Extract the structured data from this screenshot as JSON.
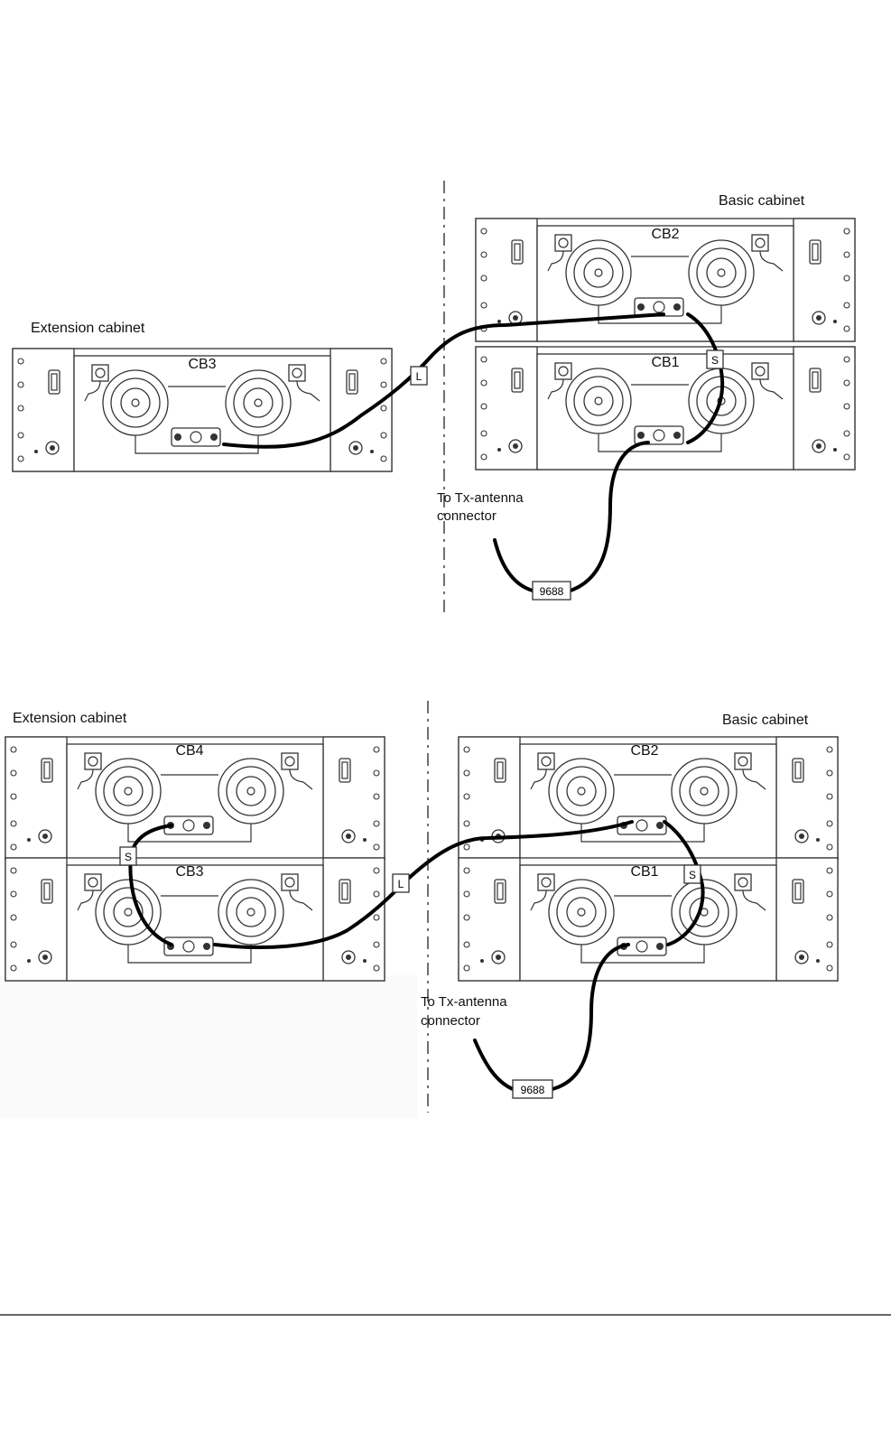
{
  "diagrams": [
    {
      "extension_label": "Extension cabinet",
      "basic_label": "Basic cabinet",
      "combiners": [
        "CB3",
        "CB2",
        "CB1"
      ],
      "cable_tags": {
        "long": "L",
        "short": "S"
      },
      "tx_label_line1": "To Tx-antenna",
      "tx_label_line2": "connector",
      "cable_number": "9688"
    },
    {
      "extension_label": "Extension cabinet",
      "basic_label": "Basic cabinet",
      "combiners": [
        "CB4",
        "CB3",
        "CB2",
        "CB1"
      ],
      "cable_tags": {
        "long": "L",
        "short_ext": "S",
        "short_basic": "S"
      },
      "tx_label_line1": "To Tx-antenna",
      "tx_label_line2": "connector",
      "cable_number": "9688"
    }
  ],
  "colors": {
    "line": "#333333",
    "cable": "#000000",
    "background": "#ffffff"
  }
}
